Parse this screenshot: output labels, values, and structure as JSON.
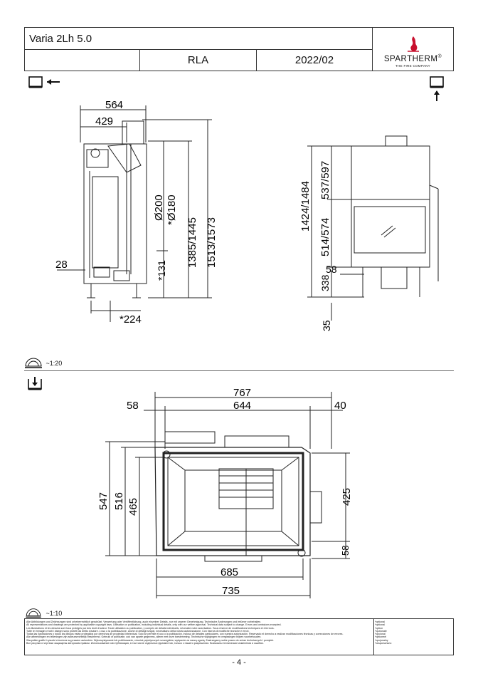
{
  "title_block": {
    "model": "Varia 2Lh 5.0",
    "code": "RLA",
    "date": "2022/02",
    "brand": "SPARTHERM",
    "brand_mark": "®",
    "brand_sub": "THE FIRE COMPANY"
  },
  "side_view": {
    "dim_width_total": "564",
    "dim_width_inner": "429",
    "dim_flue_outer": "Ø200",
    "dim_flue_inner": "*Ø180",
    "dim_height_a": "1385/1445",
    "dim_height_b": "1513/1573",
    "dim_base": "*131",
    "dim_side": "28",
    "dim_bottom": "*224"
  },
  "front_view": {
    "dim_total": "1424/1484",
    "dim_top": "537/597",
    "dim_glass": "514/574",
    "dim_base": "338",
    "dim_leg": "58",
    "dim_foot": "35"
  },
  "scale_top": "~1:20",
  "scale_bottom": "~1:10",
  "plan_view": {
    "dim_total_width": "767",
    "dim_left": "58",
    "dim_middle": "644",
    "dim_right": "40",
    "dim_height_total": "547",
    "dim_height_mid": "516",
    "dim_height_inner": "465",
    "dim_right_height": "425",
    "dim_right_small": "58",
    "dim_bottom_a": "685",
    "dim_bottom_b": "735"
  },
  "disclaimer": {
    "lines": [
      "Alle Abbildungen und Zeichnungen sind urheberrechtlich geschützt. Verwertung oder Veröffentlichung, auch einzelner Details, nur mit unserer Genehmigung. Technische Änderungen und Irrtümer vorbehalten.",
      "All representations and drawings are protected by applicable copyright laws. Utilisation or publication, including individual details, only with our written approval. Technical data subject to change. Errors and omissions excepted.",
      "Les illustrations et les dessins sont tous protégés par des droit d'auteur. Toute utilisation ou publication, y compris de détails individuels, nécessite notre autorisation. Sous réserve de modifications techniques et d'erreurs.",
      "Tutte le immagini e tutti i disegni sono protetti da diritto d'autore. L'uso o la pubblicazione, anche di dettagli singoli, necessitano della nostra autorizzazione. Con riserva di modifiche tecniche e errori.",
      "Todas las ilustraciones y todos los dibujos están protegidos por derechos de propiedad intelectual. Solo se permite el uso o la publicación, incluso de detalles particulares, con nuestra autorización. Reservado el derecho a realizar modificaciones técnicas y correcciones de errores.",
      "Alle afbeeldingen en tekeningen zijn auteursrechtelijk beschermd. Gebruik of publicatie, ook van aparte gegevens, alleen met onze toestemming. Technische wijzigingen en vergissingen blijven voorbehouden.",
      "Wszystkie grafiki i rysunki chronione są prawem autorskim. Wykorzystywanie lub publikowanie, również pojedynczych szczegółów, wyłącznie za naszą zgodą. Zastrzegamy sobie prawo do zmian technicznych i pomyłek.",
      "Все рисунки и чертежи защищены авторским правом. Использование или публикация, в том числе отдельных фрагментов, только с нашего разрешения. Возможны технические изменения и ошибки."
    ],
    "notes": [
      "*optional",
      "*optional",
      "*option",
      "*opzionale",
      "*opcional",
      "*optioneel",
      "*opcjonalny",
      "*опционально"
    ]
  },
  "page_number": "- 4 -"
}
